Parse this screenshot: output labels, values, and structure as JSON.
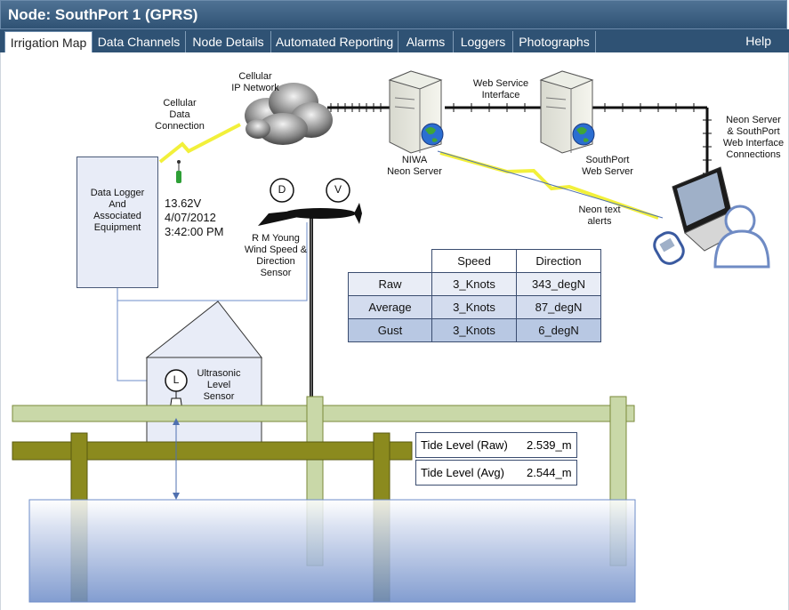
{
  "window": {
    "title": "Node: SouthPort 1 (GPRS)"
  },
  "tabs": [
    {
      "label": "Irrigation Map",
      "active": true
    },
    {
      "label": "Data Channels"
    },
    {
      "label": "Node Details"
    },
    {
      "label": "Automated Reporting"
    },
    {
      "label": "Alarms"
    },
    {
      "label": "Loggers"
    },
    {
      "label": "Photographs"
    }
  ],
  "help_label": "Help",
  "diagram": {
    "cellular_ip_network": "Cellular\nIP Network",
    "cellular_data_connection": "Cellular\nData\nConnection",
    "web_service_interface": "Web Service\nInterface",
    "niwa_server": "NIWA\nNeon Server",
    "southport_server": "SouthPort\nWeb Server",
    "connections_note": "Neon Server\n& SouthPort\nWeb Interface\nConnections",
    "text_alerts": "Neon text\nalerts",
    "logger_label": "Data Logger\nAnd\nAssociated\nEquipment",
    "voltage": "13.62V",
    "date": "4/07/2012",
    "time": "3:42:00 PM",
    "wind_sensor": "R M Young\nWind Speed &\nDirection\nSensor",
    "dial_d": "D",
    "dial_v": "V",
    "level_sensor": "Ultrasonic\nLevel\nSensor",
    "level_dial": "L"
  },
  "wind_table": {
    "headers": [
      "",
      "Speed",
      "Direction"
    ],
    "rows": [
      [
        "Raw",
        "3_Knots",
        "343_degN"
      ],
      [
        "Average",
        "3_Knots",
        "87_degN"
      ],
      [
        "Gust",
        "3_Knots",
        "6_degN"
      ]
    ]
  },
  "tide": [
    {
      "label": "Tide Level (Raw)",
      "value": "2.539_m"
    },
    {
      "label": "Tide Level (Avg)",
      "value": "2.544_m"
    }
  ],
  "colors": {
    "titlebar": "#2f5274",
    "water": "#7f9ad0",
    "wood": "#8b8a1e",
    "deck": "#c9d8a8",
    "lightning": "#f2f03a"
  }
}
